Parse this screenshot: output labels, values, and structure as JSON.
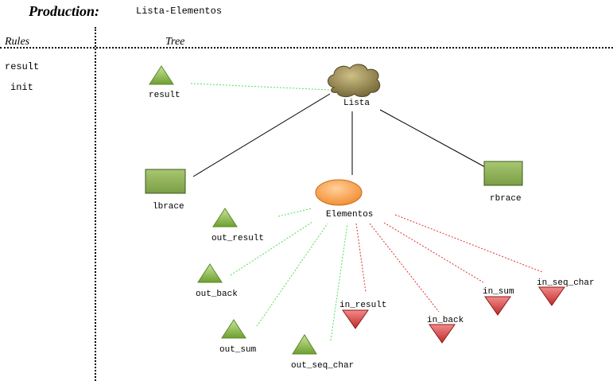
{
  "header": {
    "production_label": "Production:",
    "production_name": "Lista-Elementos",
    "rules_heading": "Rules",
    "tree_heading": "Tree"
  },
  "rules": [
    "result",
    "init"
  ],
  "tree": {
    "root": {
      "label": "Lista",
      "shape": "cloud",
      "color": "#8d7c3c"
    },
    "lbrace": {
      "label": "lbrace",
      "shape": "rectangle",
      "color": "#8fb15a"
    },
    "elementos": {
      "label": "Elementos",
      "shape": "ellipse",
      "color": "#f6a14b"
    },
    "rbrace": {
      "label": "rbrace",
      "shape": "rectangle",
      "color": "#8fb15a"
    },
    "root_attributes": [
      {
        "label": "result",
        "kind": "synthesized"
      }
    ],
    "elementos_synthesized": [
      {
        "label": "out_result"
      },
      {
        "label": "out_back"
      },
      {
        "label": "out_sum"
      },
      {
        "label": "out_seq_char"
      }
    ],
    "elementos_inherited": [
      {
        "label": "in_result"
      },
      {
        "label": "in_back"
      },
      {
        "label": "in_sum"
      },
      {
        "label": "in_seq_char"
      }
    ],
    "colors": {
      "synthesized": "#8fc25a",
      "inherited": "#e04a4a",
      "synthesized_link": "#55dd55",
      "inherited_link": "#e03030",
      "tree_edge": "#000000"
    }
  }
}
